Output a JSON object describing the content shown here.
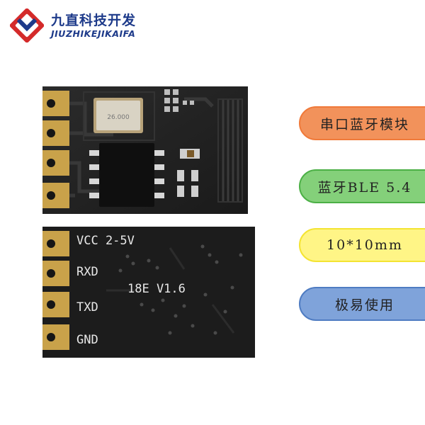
{
  "brand": {
    "name_cn": "九直科技开发",
    "name_en": "JIUZHIKEJIKAIFA",
    "logo_icon": "brand-logo-icon",
    "colors": {
      "primary": "#1d3a8a",
      "accent": "#d42a2a"
    }
  },
  "module_front": {
    "crystal_marking": "26.000"
  },
  "module_back": {
    "pins": [
      {
        "label": "VCC 2-5V"
      },
      {
        "label": "RXD"
      },
      {
        "label": "TXD"
      },
      {
        "label": "GND"
      }
    ],
    "version": "18E V1.6"
  },
  "tags": [
    {
      "label": "串口蓝牙模块",
      "color": "#f2925b"
    },
    {
      "label": "蓝牙BLE 5.4",
      "color": "#84d07a"
    },
    {
      "label": "10*10mm",
      "color": "#fff586"
    },
    {
      "label": "极易使用",
      "color": "#7fa3da"
    }
  ]
}
